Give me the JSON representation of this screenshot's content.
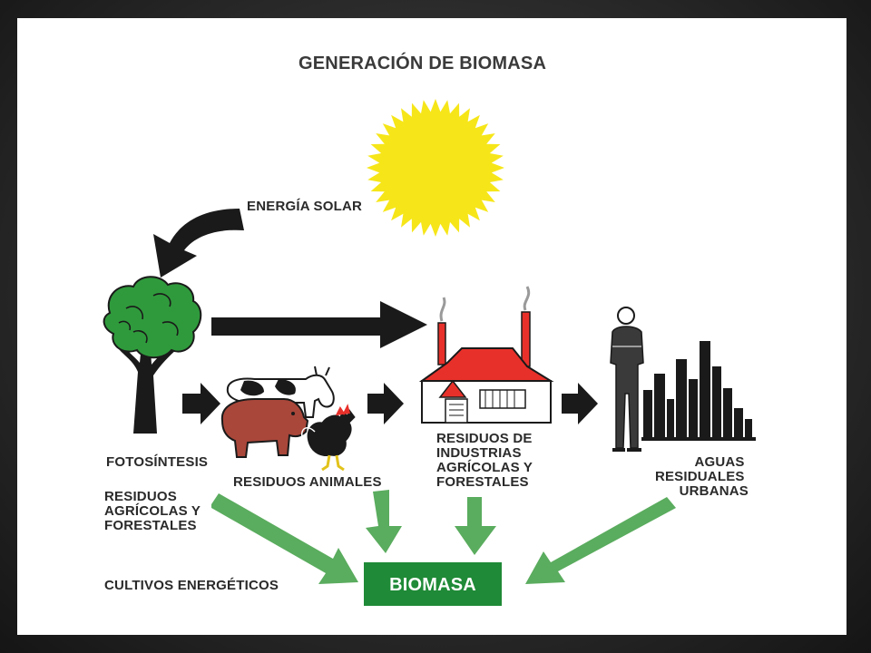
{
  "title": "GENERACIÓN DE BIOMASA",
  "labels": {
    "solar": "ENERGÍA SOLAR",
    "fotosintesis": "FOTOSÍNTESIS",
    "residuos_agricolas": [
      "RESIDUOS",
      "AGRÍCOLAS Y",
      "FORESTALES"
    ],
    "cultivos": "CULTIVOS ENERGÉTICOS",
    "residuos_animales": "RESIDUOS ANIMALES",
    "residuos_industrias": [
      "RESIDUOS DE",
      "INDUSTRIAS",
      "AGRÍCOLAS Y",
      "FORESTALES"
    ],
    "aguas": [
      "AGUAS",
      "RESIDUALES",
      "URBANAS"
    ],
    "biomasa": "BIOMASA"
  },
  "colors": {
    "sun": "#f6e619",
    "tree": "#2f9a3c",
    "roof": "#e8302a",
    "pig": "#a9473a",
    "arrow_black": "#1a1a1a",
    "arrow_green": "#5aac5e",
    "biomasa_box": "#1f8a37",
    "ink": "#2a2a2a"
  },
  "icons": [
    "sun-icon",
    "tree-icon",
    "cow-icon",
    "pig-icon",
    "rooster-icon",
    "factory-icon",
    "businessman-icon",
    "city-skyline-icon"
  ]
}
